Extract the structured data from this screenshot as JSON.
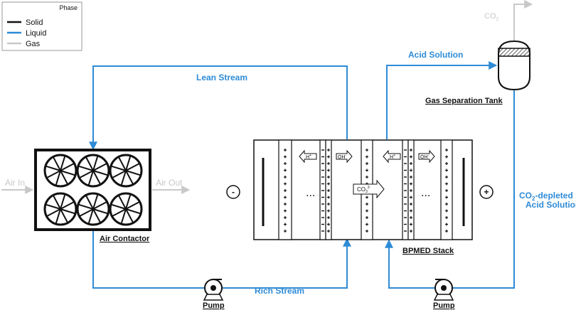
{
  "legend": {
    "title": "Phase",
    "items": [
      {
        "label": "Solid",
        "color": "#111111"
      },
      {
        "label": "Liquid",
        "color": "#2e8bd6"
      },
      {
        "label": "Gas",
        "color": "#c8c8c8"
      }
    ]
  },
  "streams": {
    "lean": "Lean Stream",
    "rich": "Rich Stream",
    "acid": "Acid Solution",
    "co2_depleted_line1": "CO",
    "co2_depleted_sub": "2",
    "co2_depleted_line1_rest": "-depleted",
    "co2_depleted_line2": "Acid Solution",
    "air_in": "Air In",
    "air_out": "Air Out",
    "co2_out": "CO",
    "co2_out_sub": "2"
  },
  "components": {
    "air_contactor": "Air Contactor",
    "bpmed_stack": "BPMED Stack",
    "gas_separation_tank": "Gas Separation Tank",
    "pump_left": "Pump",
    "pump_right": "Pump"
  },
  "stack": {
    "h_ion": "H",
    "h_ion_sup": "+",
    "oh_ion": "OH",
    "oh_ion_sup": "-",
    "co3_ion": "CO",
    "co3_ion_sub": "3",
    "co3_ion_sup": "2-",
    "ellipsis": "...",
    "minus_electrode": "-",
    "plus_electrode": "+"
  },
  "colors": {
    "liquid": "#2e8bd6",
    "solid": "#111111",
    "gas": "#c8c8c8"
  }
}
